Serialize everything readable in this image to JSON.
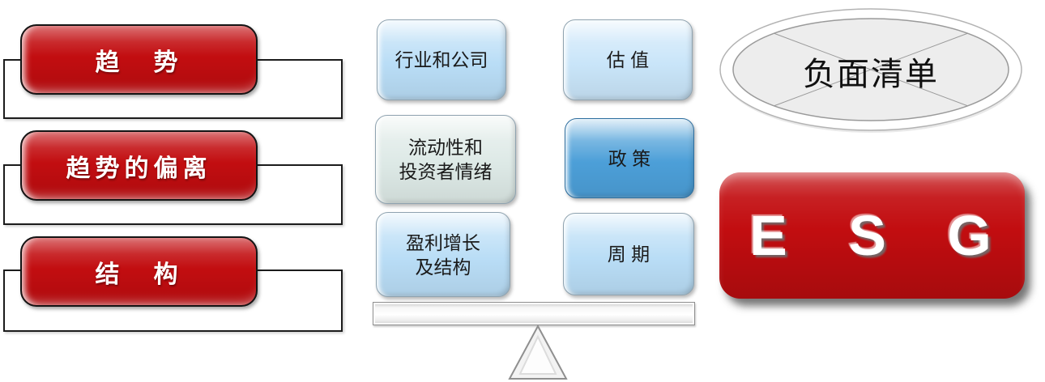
{
  "colors": {
    "red": "#c20d10",
    "light_blue": "#b9ddf6",
    "lighter_blue": "#c9e5f9",
    "pale_green": "#dde9e6",
    "medium_blue": "#4c9fd8",
    "ellipse_fill": "#ededed"
  },
  "left_panel": {
    "items": [
      {
        "label": "趋　势"
      },
      {
        "label": "趋势的偏离"
      },
      {
        "label": "结　构"
      }
    ]
  },
  "balance_diagram": {
    "left_factors": [
      {
        "label": "行业和公司",
        "color": "#b9ddf6"
      },
      {
        "label": "流动性和\n投资者情绪",
        "color": "#dde9e6"
      },
      {
        "label": "盈利增长\n及结构",
        "color": "#b9ddf6"
      }
    ],
    "right_factors": [
      {
        "label": "估 值",
        "color": "#c9e5f9"
      },
      {
        "label": "政 策",
        "color": "#4c9fd8"
      },
      {
        "label": "周 期",
        "color": "#b9ddf6"
      }
    ]
  },
  "right_panel": {
    "negative_list_label": "负面清单",
    "esg_label": "E S G"
  }
}
